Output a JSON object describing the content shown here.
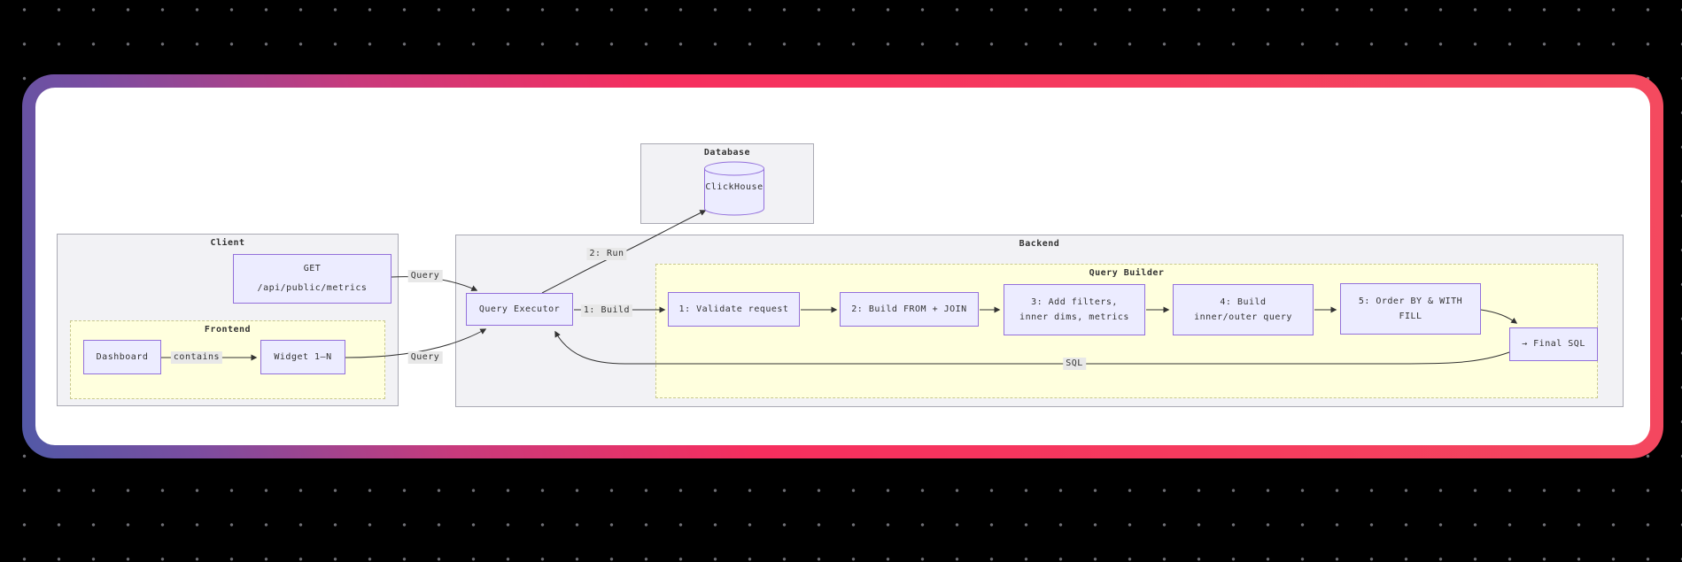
{
  "canvas": {
    "background_color": "#000000",
    "dot_color": "#6e6e74"
  },
  "card": {
    "border_gradient_start": "#5159a7",
    "border_gradient_mid": "#c93a7c",
    "border_gradient_end": "#f62e5e",
    "background": "#ffffff"
  },
  "diagram": {
    "clusters": {
      "database": {
        "title": "Database"
      },
      "client": {
        "title": "Client"
      },
      "frontend": {
        "title": "Frontend"
      },
      "backend": {
        "title": "Backend"
      },
      "query_builder": {
        "title": "Query Builder"
      }
    },
    "nodes": {
      "clickhouse": {
        "label": "ClickHouse"
      },
      "get_api": {
        "line1": "GET",
        "line2": "/api/public/metrics"
      },
      "dashboard": {
        "label": "Dashboard"
      },
      "widget": {
        "label": "Widget 1–N"
      },
      "query_executor": {
        "label": "Query Executor"
      },
      "step1": {
        "label": "1: Validate request"
      },
      "step2": {
        "label": "2: Build FROM + JOIN"
      },
      "step3": {
        "line1": "3: Add filters,",
        "line2": "inner dims, metrics"
      },
      "step4": {
        "line1": "4: Build",
        "line2": "inner/outer query"
      },
      "step5": {
        "line1": "5: Order BY & WITH",
        "line2": "FILL"
      },
      "final_sql": {
        "label": "→ Final SQL"
      }
    },
    "edge_labels": {
      "contains": "contains",
      "query_top": "Query",
      "query_bottom": "Query",
      "run": "2: Run",
      "build": "1: Build",
      "sql": "SQL"
    },
    "colors": {
      "node_fill": "#ECECFF",
      "node_border": "#9370DB",
      "cluster_gray_fill": "#f2f2f5",
      "cluster_yellow_fill": "#ffffde",
      "edge_line": "#333333",
      "edge_label_bg": "#e8e8e8"
    }
  }
}
